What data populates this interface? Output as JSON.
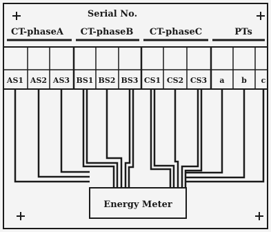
{
  "title": "Serial No.",
  "groups": [
    {
      "label": "CT-phaseA",
      "terminals": [
        "AS1",
        "AS2",
        "AS3"
      ]
    },
    {
      "label": "CT-phaseB",
      "terminals": [
        "BS1",
        "BS2",
        "BS3"
      ]
    },
    {
      "label": "CT-phaseC",
      "terminals": [
        "CS1",
        "CS2",
        "CS3"
      ]
    },
    {
      "label": "PTs",
      "terminals": [
        "a",
        "b",
        "c"
      ]
    }
  ],
  "meter_label": "Energy Meter",
  "colors": {
    "line": "#1a1a1a",
    "background": "#f4f4f4"
  }
}
